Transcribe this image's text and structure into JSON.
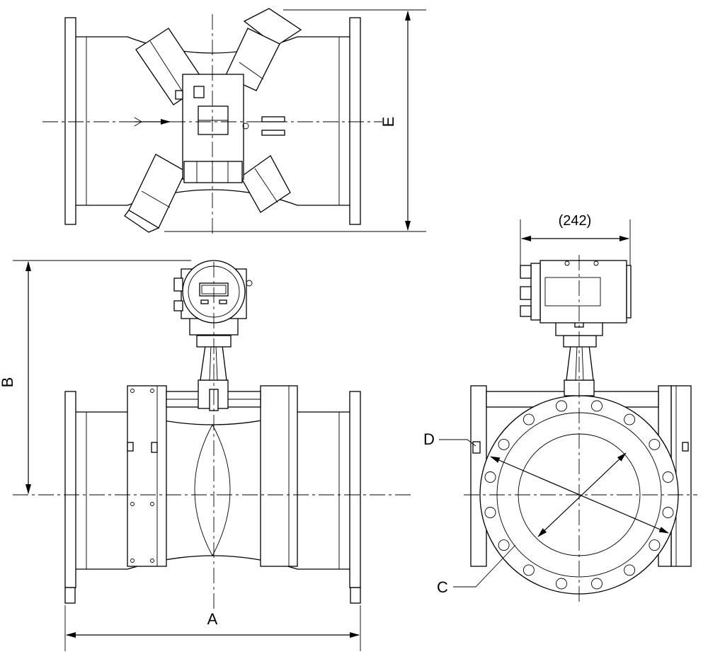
{
  "dimension_labels": {
    "A": "A",
    "B": "B",
    "C": "C",
    "D": "D",
    "E": "E",
    "width": "(242)"
  }
}
